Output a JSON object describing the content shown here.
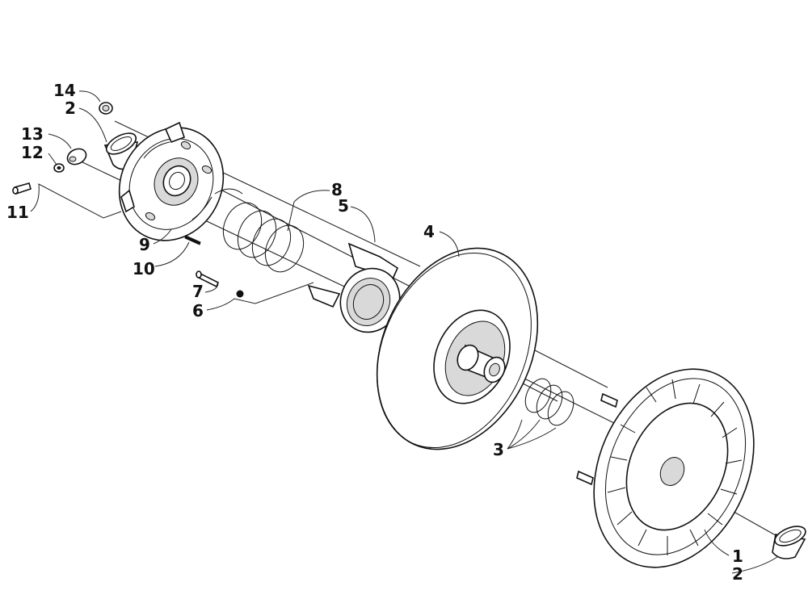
{
  "callouts": {
    "c14": "14",
    "c2a": "2",
    "c13": "13",
    "c12": "12",
    "c11": "11",
    "c9": "9",
    "c10": "10",
    "c8": "8",
    "c5": "5",
    "c7": "7",
    "c6": "6",
    "c4": "4",
    "c3": "3",
    "c1": "1",
    "c2b": "2"
  }
}
